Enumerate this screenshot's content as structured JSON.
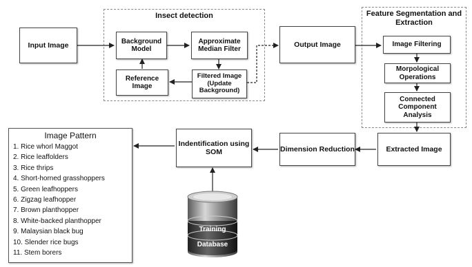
{
  "insect_detection": {
    "title": "Insect detection",
    "background_model": "Background Model",
    "median_filter": "Approximate Median Filter",
    "reference_image": "Reference Image",
    "filtered_image": "Filtered Image (Update Background)"
  },
  "feature": {
    "title": "Feature Segmentation and Extraction",
    "image_filtering": "Image Filtering",
    "morphological": "Morpological Operations",
    "connected": "Connected Component Analysis"
  },
  "input_image": "Input Image",
  "output_image": "Output Image",
  "extracted_image": "Extracted Image",
  "dimension_reduction": "Dimension Reduction",
  "identification": "Indentification using SOM",
  "database": {
    "line1": "Training",
    "line2": "Database"
  },
  "image_pattern": {
    "title": "Image Pattern",
    "items": [
      "1. Rice whorl Maggot",
      "2. Rice leaffolders",
      "3. Rice thrips",
      "4. Short-horned grasshoppers",
      "5. Green leafhoppers",
      "6. Zigzag leafhopper",
      "7. Brown planthopper",
      "8. White-backed planthopper",
      "9. Malaysian black bug",
      "10. Slender rice bugs",
      "11. Stem borers"
    ]
  }
}
